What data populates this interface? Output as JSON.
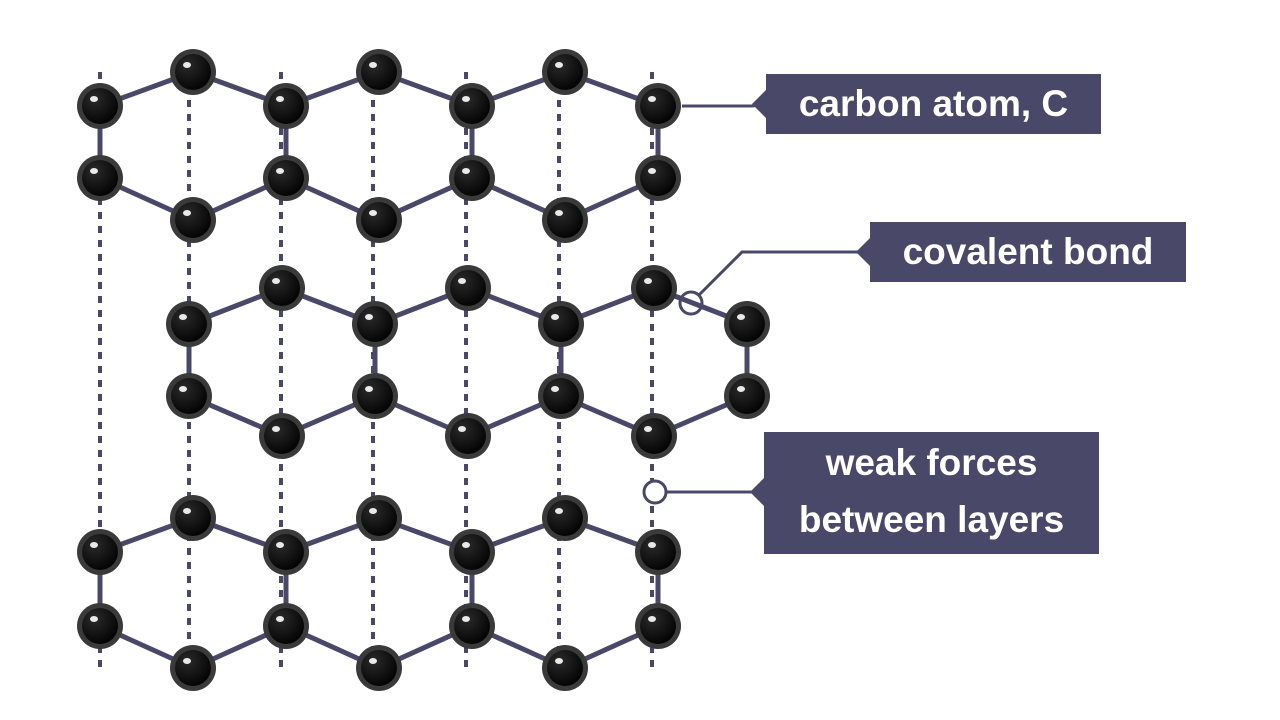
{
  "labels": {
    "carbon_atom": "carbon atom, C",
    "covalent_bond": "covalent bond",
    "weak_forces": "weak forces\nbetween layers"
  },
  "colors": {
    "bond": "#4a4868",
    "atom_fill": "#0b0b0b",
    "atom_ring": "#3a3a3a",
    "label_bg": "#4a4868",
    "label_text": "#ffffff",
    "background": "#ffffff"
  }
}
